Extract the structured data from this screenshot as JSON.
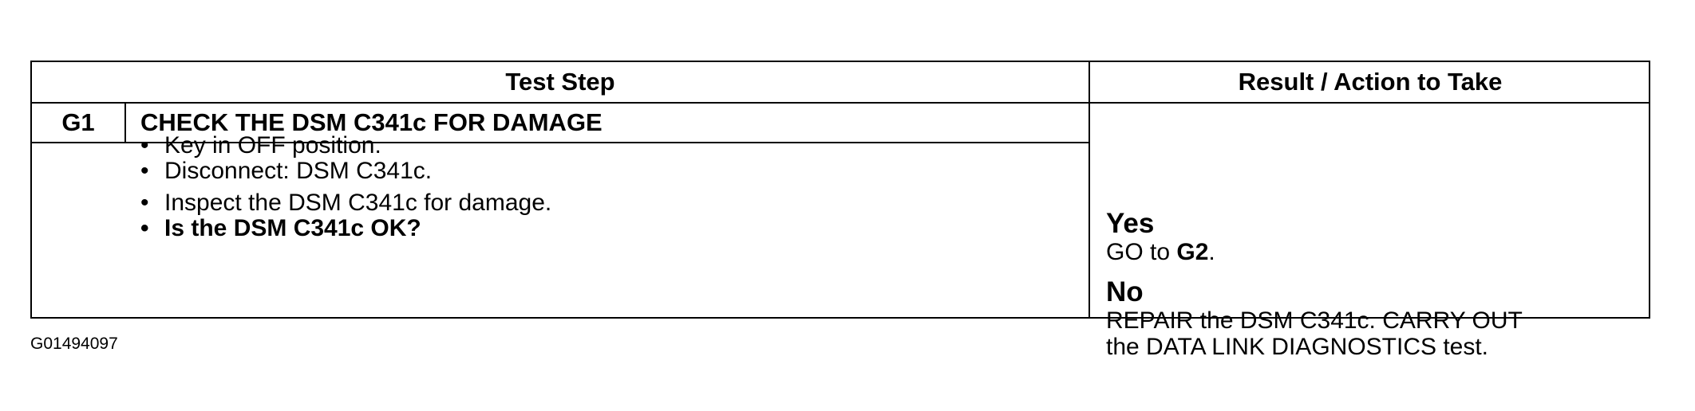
{
  "table": {
    "header": {
      "test_step": "Test Step",
      "result_action": "Result / Action to Take"
    },
    "step": {
      "id": "G1",
      "title": "CHECK THE DSM C341c FOR DAMAGE",
      "bullets": [
        "Key in OFF position.",
        "Disconnect: DSM C341c.",
        "Inspect the DSM C341c for damage.",
        "Is the DSM C341c OK?"
      ],
      "bullet_symbol": "•"
    },
    "result": {
      "yes": {
        "label": "Yes",
        "text_prefix": "GO to ",
        "text_target": "G2",
        "text_suffix": "."
      },
      "no": {
        "label": "No",
        "line1": "REPAIR the DSM C341c. CARRY OUT",
        "line2": "the DATA LINK DIAGNOSTICS test."
      }
    }
  },
  "figure_id": "G01494097"
}
